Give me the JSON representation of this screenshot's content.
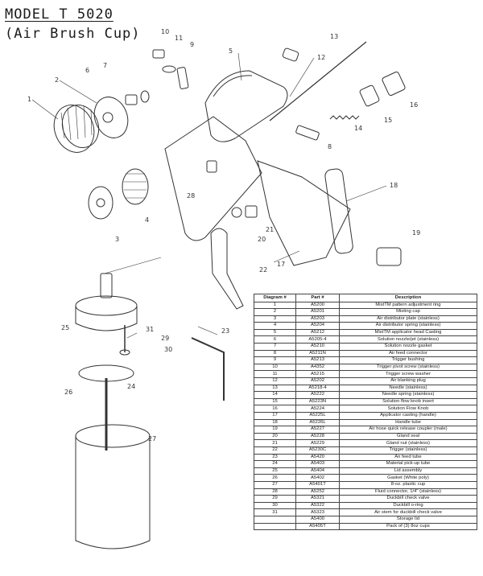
{
  "title_line1": "MODEL T 5020",
  "title_line2": "(Air Brush Cup)",
  "callouts": [
    "1",
    "2",
    "3",
    "4",
    "5",
    "6",
    "7",
    "8",
    "9",
    "10",
    "11",
    "12",
    "13",
    "14",
    "15",
    "16",
    "17",
    "18",
    "19",
    "20",
    "21",
    "22",
    "23",
    "24",
    "25",
    "26",
    "27",
    "28",
    "29",
    "30",
    "31"
  ],
  "table": {
    "headers": [
      "Diagram #",
      "Part #",
      "Description"
    ],
    "rows": [
      [
        "1",
        "A5200",
        "MistTM pattern adjustment ring"
      ],
      [
        "2",
        "A5201",
        "Misting cap"
      ],
      [
        "3",
        "A5203",
        "Air distributor plate (stainless)"
      ],
      [
        "4",
        "A5204",
        "Air distributor spring (stainless)"
      ],
      [
        "5",
        "A5212",
        "MistTM applicator head Casting"
      ],
      [
        "6",
        "A5205-4",
        "Solution nozzle/jet (stainless)"
      ],
      [
        "7",
        "A5210",
        "Solution nozzle gasket"
      ],
      [
        "8",
        "A5211N",
        "Air feed connector"
      ],
      [
        "9",
        "A5213",
        "Trigger bushing"
      ],
      [
        "10",
        "A4352",
        "Trigger pivot screw (stainless)"
      ],
      [
        "11",
        "A5215",
        "Trigger screw washer"
      ],
      [
        "12",
        "A5202",
        "Air blanking plug"
      ],
      [
        "13",
        "A5218-4",
        "Needle (stainless)"
      ],
      [
        "14",
        "A5222",
        "Needle spring (stainless)"
      ],
      [
        "15",
        "A5223N",
        "Solution flow knob insert"
      ],
      [
        "16",
        "A5224",
        "Solution Flow Knob"
      ],
      [
        "17",
        "A5225L",
        "Applicator casting (handle)"
      ],
      [
        "18",
        "A5226L",
        "Handle tube"
      ],
      [
        "19",
        "A5227",
        "Air hose quick release coupler (male)"
      ],
      [
        "20",
        "A5228",
        "Gland seal"
      ],
      [
        "21",
        "A5229",
        "Gland nut (stainless)"
      ],
      [
        "22",
        "A5230C",
        "Trigger (stainless)"
      ],
      [
        "23",
        "A5420",
        "Air feed tube"
      ],
      [
        "24",
        "A5403",
        "Material pick-up tube"
      ],
      [
        "25",
        "A5404",
        "Lid assembly"
      ],
      [
        "26",
        "A5402",
        "Gasket (White poly)"
      ],
      [
        "27",
        "A5401T",
        "8-oz. plastic cup"
      ],
      [
        "28",
        "A5252",
        "Fluid connector, 1/4\" (stainless)"
      ],
      [
        "29",
        "A5321",
        "Duckbill check valve"
      ],
      [
        "30",
        "A5322",
        "Duckbill o-ring"
      ],
      [
        "31",
        "A5323",
        "Air stem for duckbill check valve"
      ],
      [
        "",
        "A5400",
        "Storage lid"
      ],
      [
        "",
        "A5405T",
        "Pack of (3) 8oz cups"
      ]
    ]
  }
}
